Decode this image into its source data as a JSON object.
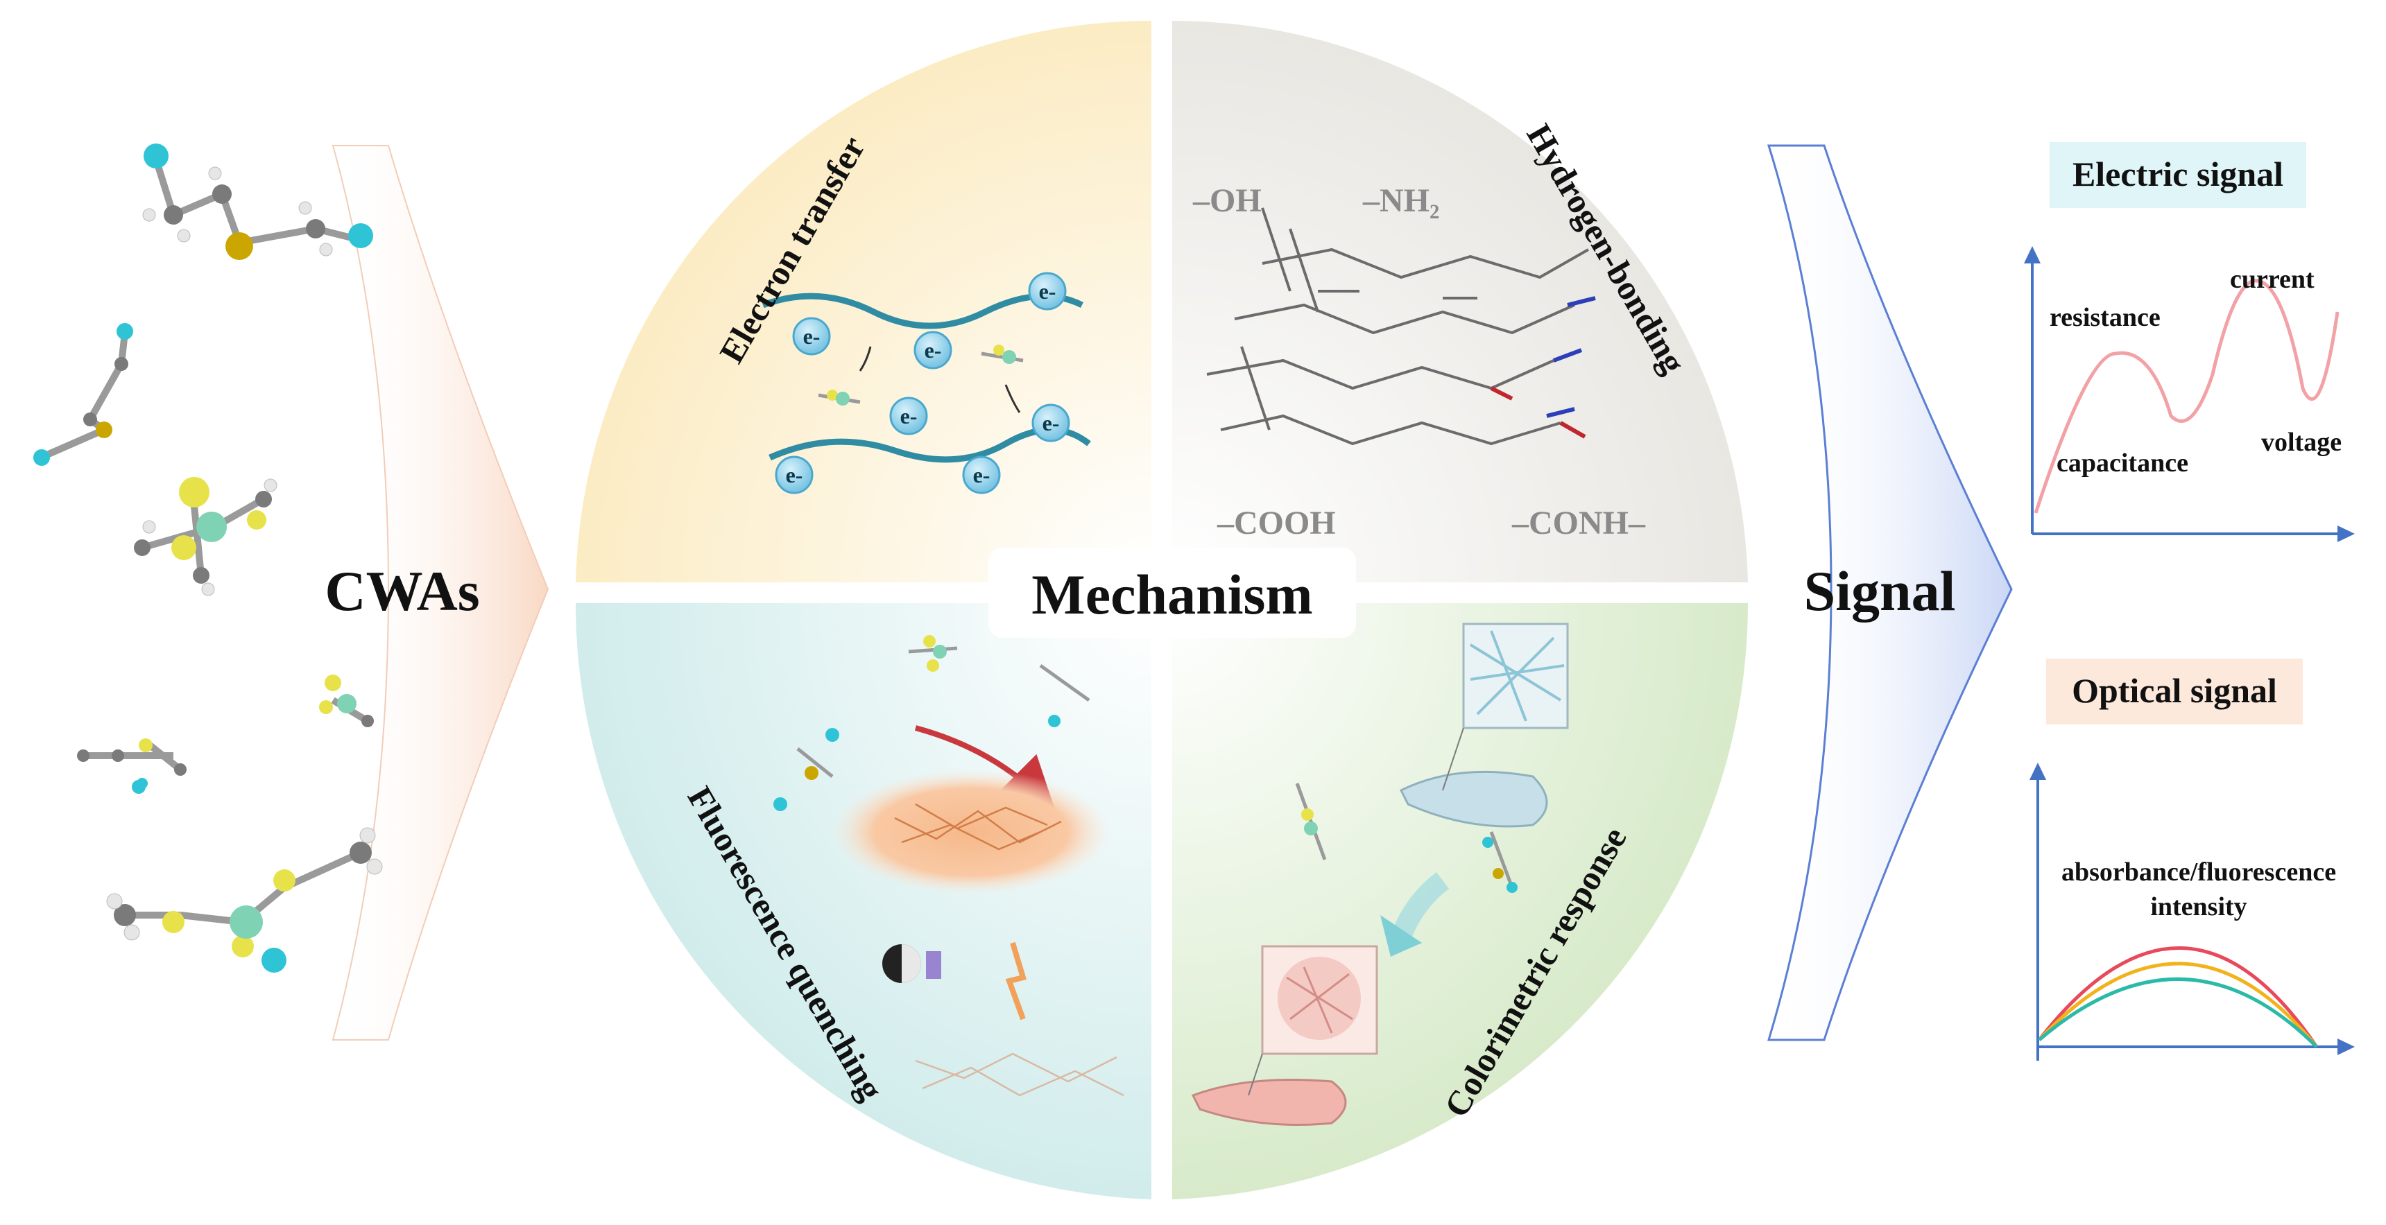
{
  "left_panel": {
    "title": "CWAs"
  },
  "center": {
    "title": "Mechanism",
    "quadrants": {
      "top_left": {
        "label": "Electron transfer",
        "electron_symbol": "e-"
      },
      "top_right": {
        "label": "Hydrogen-bonding",
        "groups": [
          "–OH",
          "–NH₂",
          "–COOH",
          "–CONH–"
        ]
      },
      "bottom_left": {
        "label": "Fluorescence quenching"
      },
      "bottom_right": {
        "label": "Colorimetric response"
      }
    }
  },
  "right_panel": {
    "title": "Signal",
    "electric": {
      "label": "Electric signal",
      "terms": {
        "resistance": "resistance",
        "current": "current",
        "capacitance": "capacitance",
        "voltage": "voltage"
      }
    },
    "optical": {
      "label": "Optical signal",
      "caption_line1": "absorbance/fluorescence",
      "caption_line2": "intensity"
    }
  },
  "colors": {
    "electron_transfer_bg": "#fbf0d2",
    "hydrogen_bonding_bg": "#efeeec",
    "fluorescence_bg": "#dcefef",
    "colorimetric_bg": "#e2efd8",
    "chevron_left": "#fbe2d2",
    "chevron_right": "#d9e2f7",
    "axis": "#4472c4",
    "curve_red": "#e8495b",
    "curve_orange": "#f2b21b",
    "curve_teal": "#2bb9a8",
    "electric_box": "#dff5f8",
    "optical_box": "#fde9dc"
  }
}
